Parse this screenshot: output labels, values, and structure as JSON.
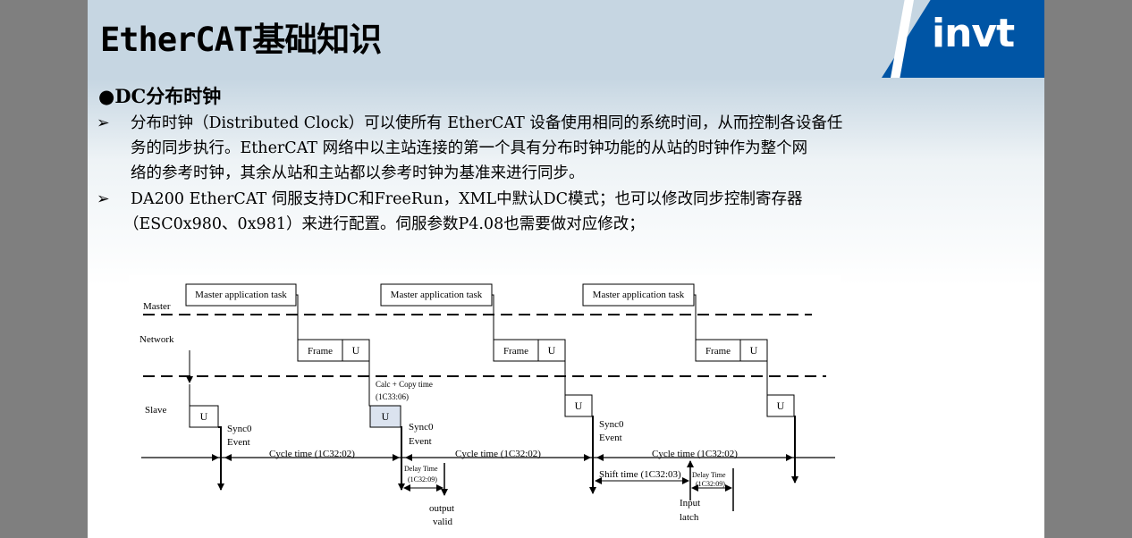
{
  "header": {
    "title": "EtherCAT基础知识",
    "logo": "invt"
  },
  "section": {
    "title": "●DC分布时钟"
  },
  "bullets": [
    {
      "marker": "➢",
      "lines": [
        "分布时钟（Distributed Clock）可以使所有 EtherCAT 设备使用相同的系统时间，从而控制各设备任",
        "务的同步执行。EtherCAT 网络中以主站连接的第一个具有分布时钟功能的从站的时钟作为整个网",
        "络的参考时钟，其余从站和主站都以参考时钟为基准来进行同步。"
      ]
    },
    {
      "marker": "➢",
      "lines": [
        "DA200 EtherCAT 伺服支持DC和FreeRun，XML中默认DC模式；也可以修改同步控制寄存器",
        "（ESC0x980、0x981）来进行配置。伺服参数P4.08也需要做对应修改；"
      ]
    }
  ],
  "diagram": {
    "row_labels": [
      "Master",
      "Network",
      "Slave"
    ],
    "master_task": "Master application task",
    "frame": "Frame",
    "u": "U",
    "calc_copy": "Calc + Copy time",
    "calc_copy_reg": "(1C33:06)",
    "sync0": "Sync0",
    "event": "Event",
    "cycle_time": "Cycle time (1C32:02)",
    "delay_time": "Delay Time",
    "delay_reg": "(1C32:09)",
    "shift_time": "Shift time (1C32:03)",
    "output": "output",
    "valid": "valid",
    "input": "Input",
    "latch": "latch"
  }
}
